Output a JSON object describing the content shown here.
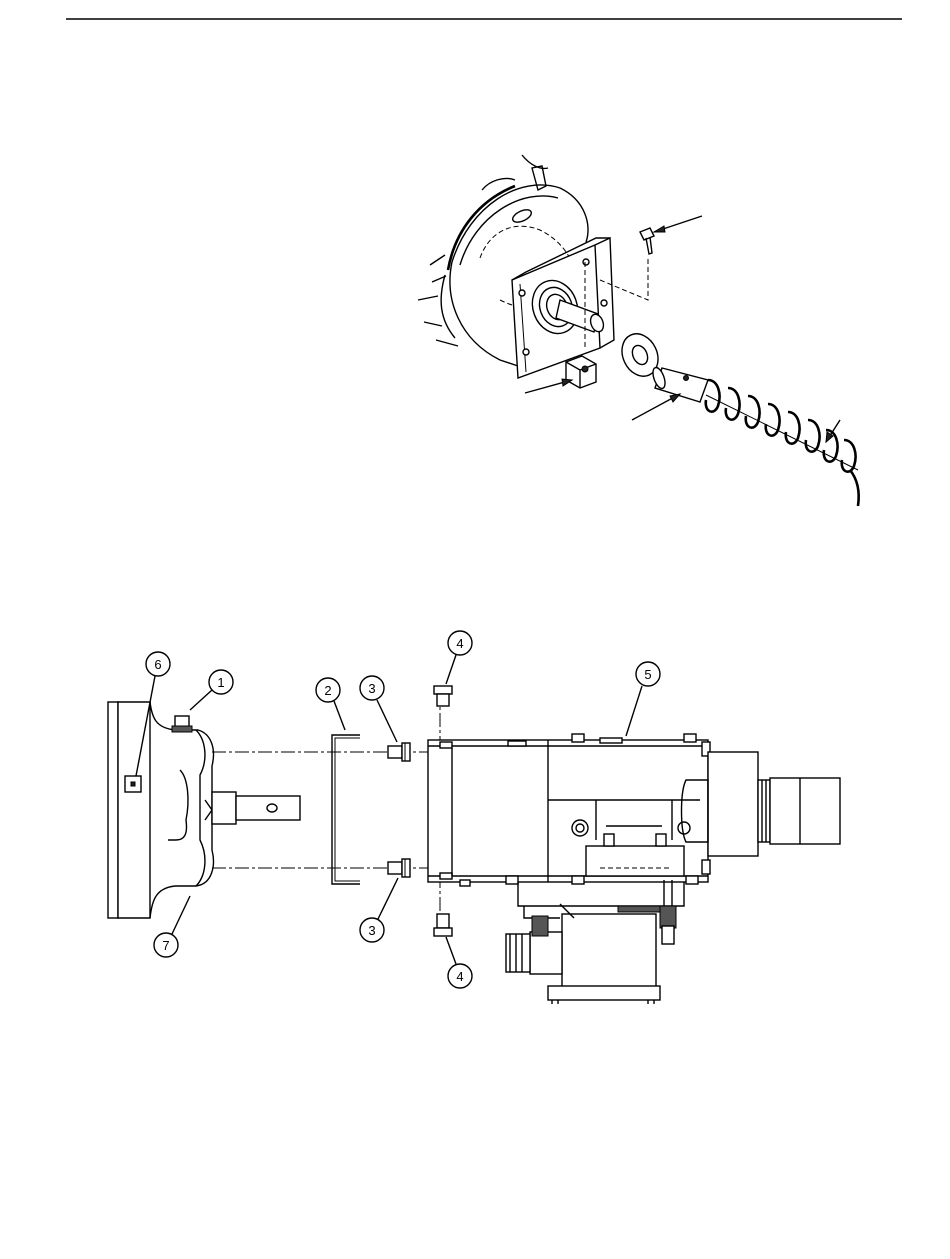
{
  "colors": {
    "ink": "#000000",
    "paper": "#ffffff"
  },
  "callouts": [
    {
      "id": "callout-1",
      "label": "1"
    },
    {
      "id": "callout-2",
      "label": "2"
    },
    {
      "id": "callout-3-upper",
      "label": "3"
    },
    {
      "id": "callout-3-lower",
      "label": "3"
    },
    {
      "id": "callout-4-upper",
      "label": "4"
    },
    {
      "id": "callout-4-lower",
      "label": "4"
    },
    {
      "id": "callout-5",
      "label": "5"
    },
    {
      "id": "callout-6",
      "label": "6"
    },
    {
      "id": "callout-7",
      "label": "7"
    }
  ]
}
